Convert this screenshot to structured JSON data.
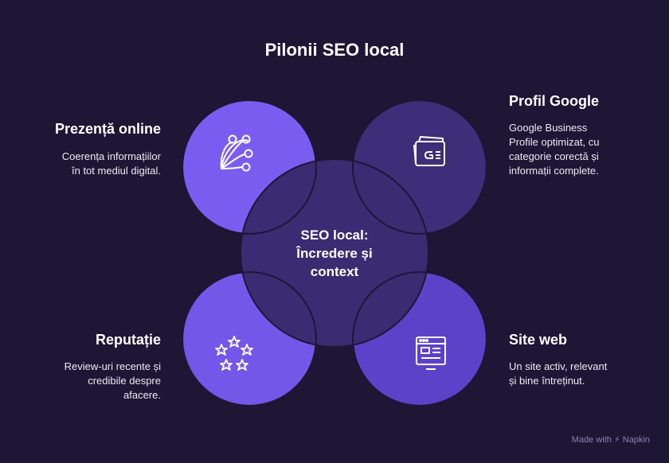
{
  "title": "Pilonii SEO local",
  "center": {
    "line1": "SEO local:",
    "line2": "Încredere și",
    "line3": "context"
  },
  "pillars": [
    {
      "title": "Prezență online",
      "desc": [
        "Coerența informațiilor",
        "în tot mediul digital."
      ],
      "icon": "network-nodes-icon",
      "color": "#7a5df0"
    },
    {
      "title": "Profil Google",
      "desc": [
        "Google Business",
        "Profile optimizat, cu",
        "categorie corectă și",
        "informații complete."
      ],
      "icon": "google-profile-icon",
      "color": "#3c2e78"
    },
    {
      "title": "Reputație",
      "desc": [
        "Review-uri recente și",
        "credibile despre",
        "afacere."
      ],
      "icon": "stars-icon",
      "color": "#7257e8"
    },
    {
      "title": "Site web",
      "desc": [
        "Un site activ, relevant",
        "și bine întreținut."
      ],
      "icon": "website-icon",
      "color": "#5c42c8"
    }
  ],
  "center_color": "#3a2c72",
  "footer": "Made with ⚡ Napkin"
}
